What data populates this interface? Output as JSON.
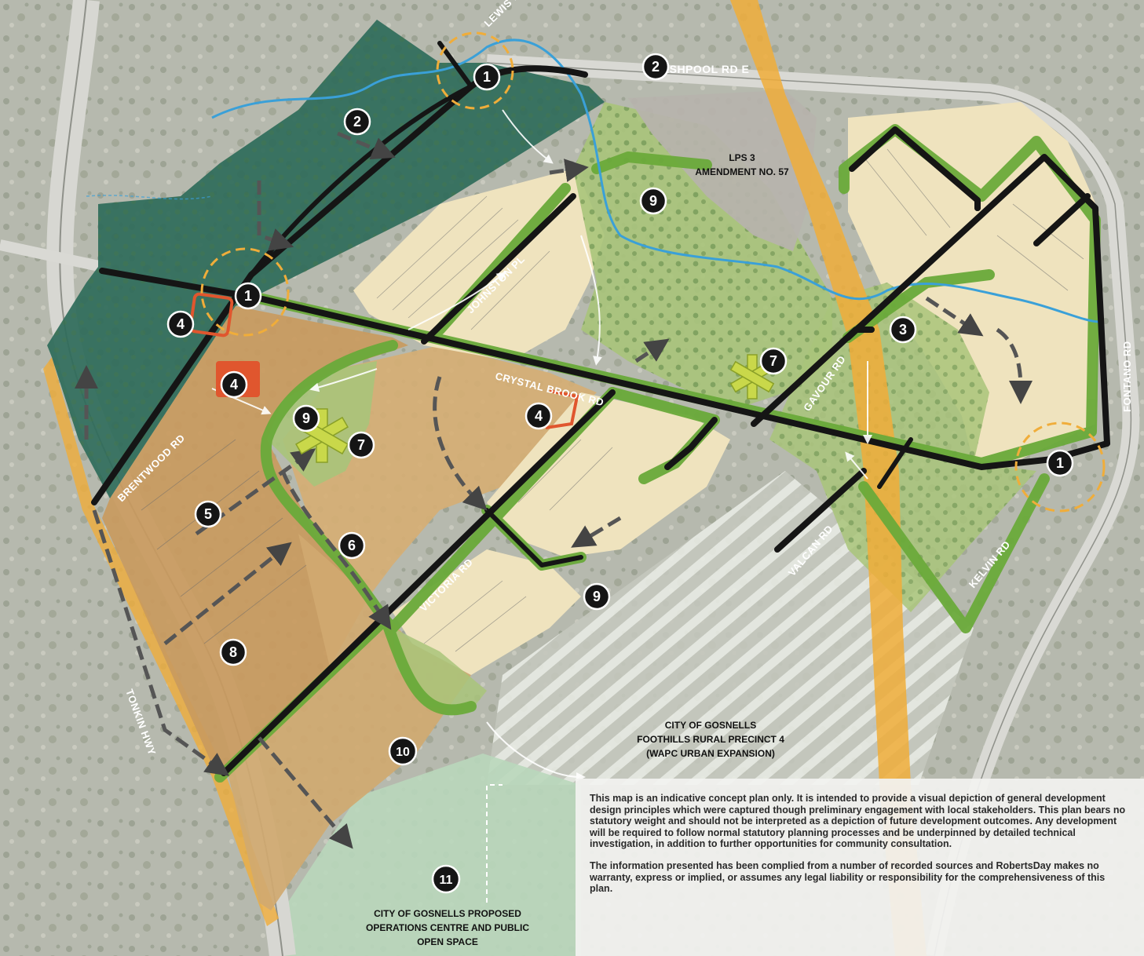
{
  "roads": {
    "lewis": "LEWIS RD",
    "ashpool": "ASHPOOL RD E",
    "johnston": "JOHNSTON PL",
    "crystal_brook": "CRYSTAL BROOK RD",
    "gavour": "GAVOUR RD",
    "fontano": "FONTANO RD",
    "brentwood": "BRENTWOOD RD",
    "victoria": "VICTORIA RD",
    "valcan": "VALCAN RD",
    "kelvin": "KELVIN RD",
    "tonkin": "TONKIN HWY"
  },
  "area_labels": {
    "lps3_line1": "LPS 3",
    "lps3_line2": "AMENDMENT NO. 57",
    "precinct_line1": "CITY OF GOSNELLS",
    "precinct_line2": "FOOTHILLS RURAL PRECINCT 4",
    "precinct_line3": "(WAPC URBAN EXPANSION)",
    "ops_line1": "CITY OF GOSNELLS PROPOSED",
    "ops_line2": "OPERATIONS CENTRE AND PUBLIC",
    "ops_line3": "OPEN SPACE"
  },
  "markers": [
    {
      "id": "m1a",
      "label": "1"
    },
    {
      "id": "m1b",
      "label": "1"
    },
    {
      "id": "m1c",
      "label": "1"
    },
    {
      "id": "m2a",
      "label": "2"
    },
    {
      "id": "m2b",
      "label": "2"
    },
    {
      "id": "m3",
      "label": "3"
    },
    {
      "id": "m4a",
      "label": "4"
    },
    {
      "id": "m4b",
      "label": "4"
    },
    {
      "id": "m4c",
      "label": "4"
    },
    {
      "id": "m5",
      "label": "5"
    },
    {
      "id": "m6",
      "label": "6"
    },
    {
      "id": "m7a",
      "label": "7"
    },
    {
      "id": "m7b",
      "label": "7"
    },
    {
      "id": "m8",
      "label": "8"
    },
    {
      "id": "m9a",
      "label": "9"
    },
    {
      "id": "m9b",
      "label": "9"
    },
    {
      "id": "m9c",
      "label": "9"
    },
    {
      "id": "m10",
      "label": "10"
    },
    {
      "id": "m11",
      "label": "11"
    }
  ],
  "disclaimer": {
    "paragraph1": "This map is an indicative concept plan only. It is intended to provide a visual depiction of general development design principles which were captured though preliminary engagement with local stakeholders. This plan bears no statutory weight and should not be interpreted as a depiction of future development outcomes. Any development will be required to follow normal statutory planning processes and be underpinned by detailed technical investigation, in addition to further opportunities for community consultation.",
    "paragraph2": "The information presented has been complied from a number of recorded sources and RobertsDay makes no warranty, express or implied, or assumes any legal liability or responsibility for the comprehensiveness of this plan."
  },
  "colors": {
    "dark_green_zone": "#2f6b5a",
    "tan_zone": "#c99a5e",
    "cream_lots": "#efe3be",
    "light_green": "#a9c47a",
    "green_corridor": "#6aaa3a",
    "orange_corridor": "#f0ad3a",
    "grey_lps": "#b7b3ad",
    "creek_blue": "#3aa0d8",
    "red_marker": "#e0562e",
    "marker_black": "#151515"
  }
}
